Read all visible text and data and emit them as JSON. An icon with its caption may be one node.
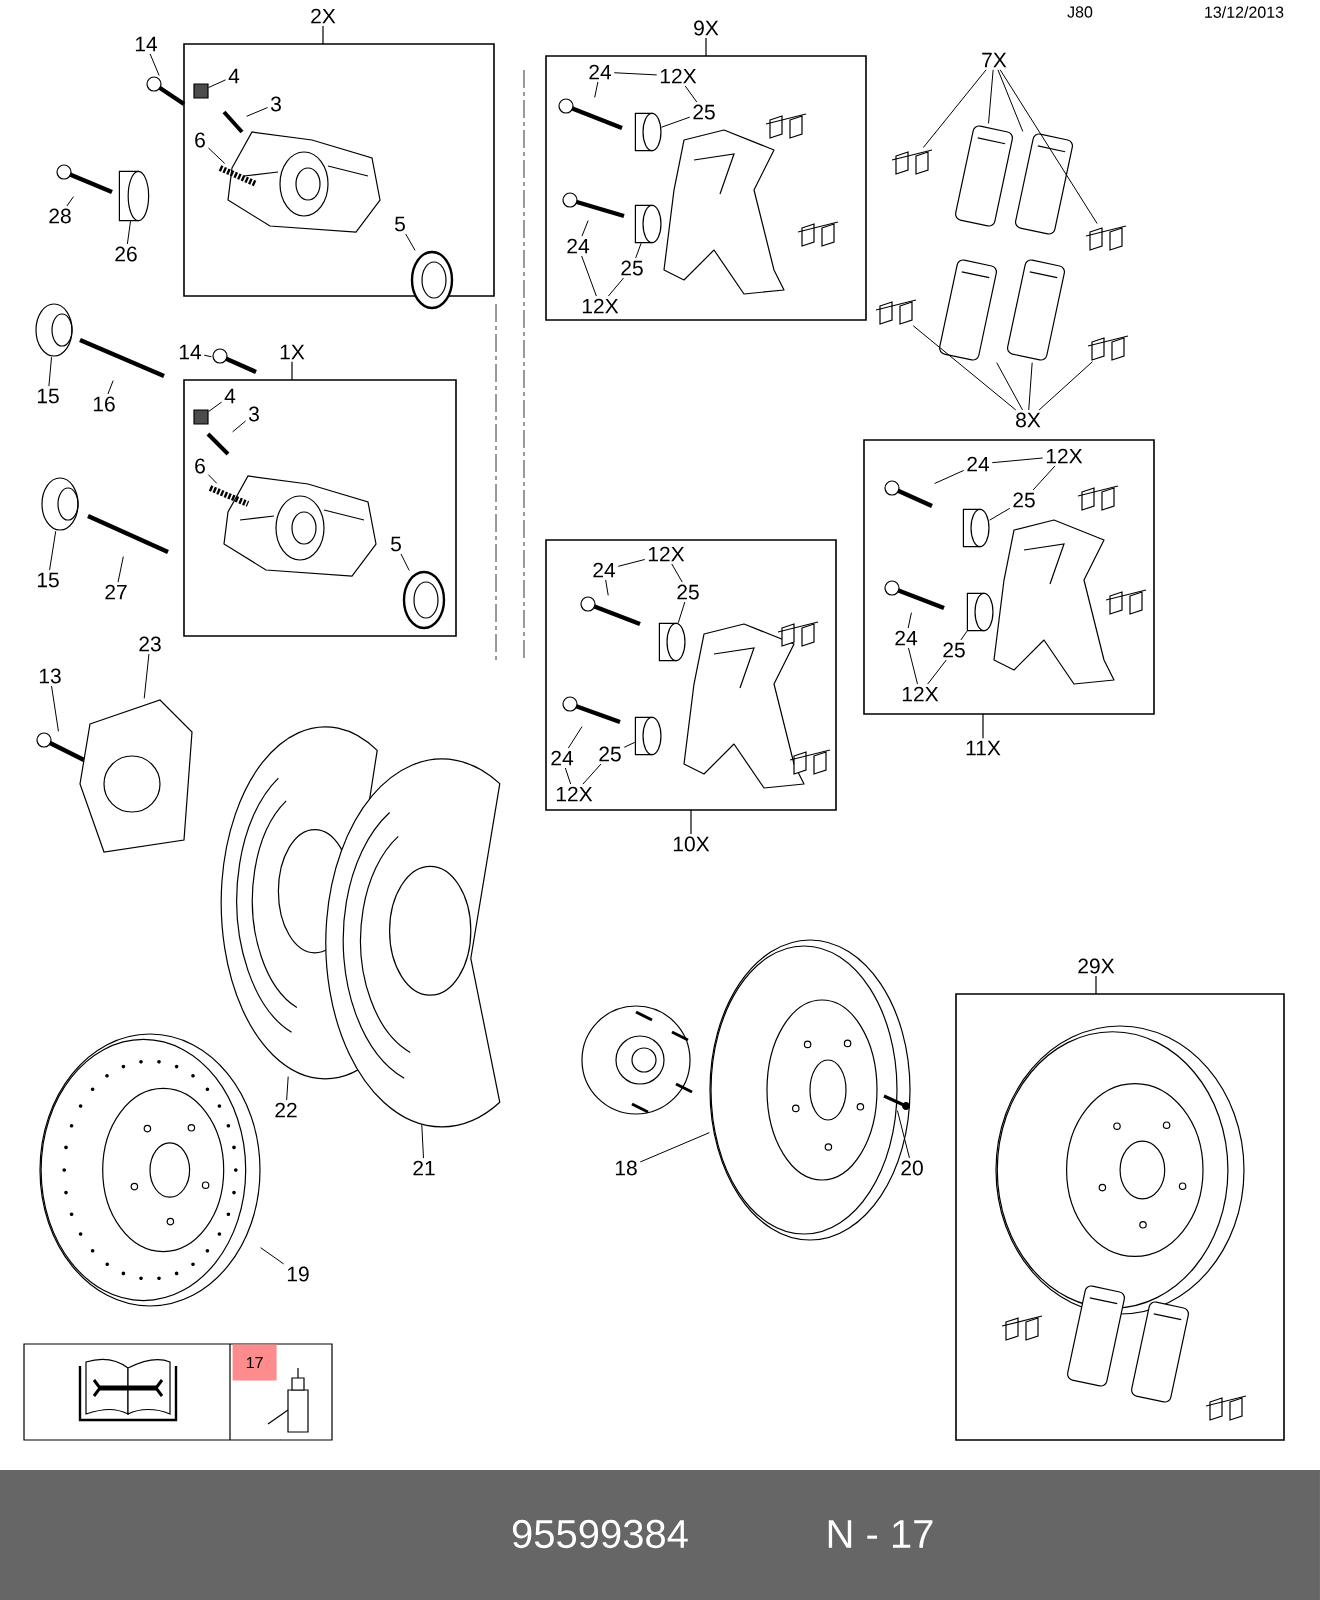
{
  "diagram": {
    "nodes": [
      {
        "text": [
          "2X"
        ]
      },
      {
        "text": [
          "4"
        ],
        "in": 0
      },
      {
        "text": [
          "3"
        ],
        "in": 0
      },
      {
        "text": [
          "6"
        ],
        "in": 0
      },
      {
        "text": [
          "5"
        ],
        "in": 0
      },
      {
        "text": [
          "14"
        ]
      },
      {
        "text": [
          "28"
        ]
      },
      {
        "text": [
          "26"
        ]
      },
      {
        "text": [
          "15"
        ]
      },
      {
        "text": [
          "16"
        ]
      },
      {
        "text": [
          "14"
        ]
      },
      {
        "text": [
          "1X"
        ]
      },
      {
        "text": [
          "4"
        ],
        "in": 11
      },
      {
        "text": [
          "3"
        ],
        "in": 11
      },
      {
        "text": [
          "6"
        ],
        "in": 11
      },
      {
        "text": [
          "5"
        ],
        "in": 11
      },
      {
        "text": [
          "15"
        ]
      },
      {
        "text": [
          "27"
        ]
      },
      {
        "text": [
          "9X"
        ]
      },
      {
        "text": [
          "24"
        ],
        "in": 18
      },
      {
        "text": [
          "12X"
        ],
        "in": 18
      },
      {
        "text": [
          "25"
        ],
        "in": 18
      },
      {
        "text": [
          "24"
        ],
        "in": 18
      },
      {
        "text": [
          "25"
        ],
        "in": 18
      },
      {
        "text": [
          "12X"
        ],
        "in": 18
      },
      {
        "text": [
          "7X"
        ]
      },
      {
        "text": [
          "8X"
        ]
      },
      {
        "text": [
          "11X"
        ]
      },
      {
        "text": [
          "24"
        ],
        "in": 27
      },
      {
        "text": [
          "12X"
        ],
        "in": 27
      },
      {
        "text": [
          "25"
        ],
        "in": 27
      },
      {
        "text": [
          "24"
        ],
        "in": 27
      },
      {
        "text": [
          "25"
        ],
        "in": 27
      },
      {
        "text": [
          "12X"
        ],
        "in": 27
      },
      {
        "text": [
          "10X"
        ]
      },
      {
        "text": [
          "12X"
        ],
        "in": 34
      },
      {
        "text": [
          "24"
        ],
        "in": 34
      },
      {
        "text": [
          "25"
        ],
        "in": 34
      },
      {
        "text": [
          "24"
        ],
        "in": 34
      },
      {
        "text": [
          "25"
        ],
        "in": 34
      },
      {
        "text": [
          "12X"
        ],
        "in": 34
      },
      {
        "text": [
          "13"
        ]
      },
      {
        "text": [
          "23"
        ]
      },
      {
        "text": [
          "22"
        ]
      },
      {
        "text": [
          "21"
        ]
      },
      {
        "text": [
          "18"
        ]
      },
      {
        "text": [
          "20"
        ]
      },
      {
        "text": [
          "19"
        ]
      },
      {
        "text": [
          "29X"
        ]
      },
      {
        "text": [
          "17"
        ]
      },
      {
        "text": [],
        "shape": "box",
        "in": 0
      },
      {
        "text": [],
        "shape": "picture",
        "in": 0
      },
      {
        "text": [],
        "shape": "picture",
        "in": 0
      },
      {
        "text": [],
        "shape": "picture",
        "in": 0
      },
      {
        "text": [],
        "shape": "picture"
      },
      {
        "text": [],
        "shape": "picture"
      },
      {
        "text": [],
        "shape": "cylinder"
      },
      {
        "text": [],
        "shape": "picture"
      },
      {
        "text": [],
        "shape": "picture"
      },
      {
        "text": [],
        "shape": "picture"
      },
      {
        "text": [],
        "shape": "box",
        "in": 11
      },
      {
        "text": [],
        "shape": "picture",
        "in": 11
      },
      {
        "text": [],
        "shape": "picture",
        "in": 11
      },
      {
        "text": [],
        "shape": "picture",
        "in": 11
      },
      {
        "text": [],
        "shape": "picture"
      },
      {
        "text": [],
        "shape": "picture"
      },
      {
        "text": [],
        "shape": "picture",
        "in": 18
      },
      {
        "text": [],
        "shape": "cylinder",
        "in": 18
      },
      {
        "text": [],
        "shape": "picture",
        "in": 18
      },
      {
        "text": [],
        "shape": "cylinder",
        "in": 18
      },
      {
        "text": [],
        "shape": "picture"
      },
      {
        "text": [],
        "shape": "picture"
      },
      {
        "text": [],
        "shape": "picture"
      },
      {
        "text": [],
        "shape": "picture"
      },
      {
        "text": [],
        "shape": "picture"
      },
      {
        "text": [],
        "shape": "picture"
      },
      {
        "text": [],
        "shape": "picture"
      },
      {
        "text": [],
        "shape": "picture"
      },
      {
        "text": [],
        "shape": "picture",
        "in": 27
      },
      {
        "text": [],
        "shape": "cylinder",
        "in": 27
      },
      {
        "text": [],
        "shape": "picture",
        "in": 27
      },
      {
        "text": [],
        "shape": "cylinder",
        "in": 27
      },
      {
        "text": [],
        "shape": "picture",
        "in": 34
      },
      {
        "text": [],
        "shape": "cylinder",
        "in": 34
      },
      {
        "text": [],
        "shape": "picture",
        "in": 34
      },
      {
        "text": [],
        "shape": "cylinder",
        "in": 34
      },
      {
        "text": [],
        "shape": "picture"
      },
      {
        "text": [],
        "shape": "picture"
      },
      {
        "text": [],
        "shape": "picture"
      },
      {
        "text": [],
        "shape": "picture"
      },
      {
        "text": [],
        "shape": "picture"
      },
      {
        "text": [],
        "shape": "picture",
        "in": 90
      },
      {
        "text": [],
        "shape": "picture"
      }
    ],
    "edges": [
      {
        "from": 1,
        "to": 50,
        "arrow": "none"
      },
      {
        "from": 2,
        "to": 51,
        "arrow": "none"
      },
      {
        "from": 3,
        "to": 52,
        "arrow": "none"
      },
      {
        "from": 4,
        "to": 53,
        "arrow": "none"
      },
      {
        "from": 5,
        "to": 54,
        "arrow": "none"
      },
      {
        "from": 6,
        "to": 55,
        "arrow": "none"
      },
      {
        "from": 7,
        "to": 56,
        "arrow": "none"
      },
      {
        "from": 8,
        "to": 57,
        "arrow": "none"
      },
      {
        "from": 9,
        "to": 58,
        "arrow": "none"
      },
      {
        "from": 10,
        "to": 59,
        "arrow": "none"
      },
      {
        "from": 12,
        "to": 60,
        "arrow": "none"
      },
      {
        "from": 13,
        "to": 61,
        "arrow": "none"
      },
      {
        "from": 14,
        "to": 62,
        "arrow": "none"
      },
      {
        "from": 15,
        "to": 63,
        "arrow": "none"
      },
      {
        "from": 16,
        "to": 64,
        "arrow": "none"
      },
      {
        "from": 17,
        "to": 65,
        "arrow": "none"
      },
      {
        "from": 19,
        "to": 66,
        "arrow": "none"
      },
      {
        "from": 20,
        "to": 19,
        "arrow": "none"
      },
      {
        "from": 20,
        "to": 21,
        "arrow": "none"
      },
      {
        "from": 21,
        "to": 67,
        "arrow": "none"
      },
      {
        "from": 22,
        "to": 68,
        "arrow": "none"
      },
      {
        "from": 23,
        "to": 69,
        "arrow": "none"
      },
      {
        "from": 24,
        "to": 22,
        "arrow": "none"
      },
      {
        "from": 24,
        "to": 23,
        "arrow": "none"
      },
      {
        "from": 25,
        "to": 70,
        "arrow": "none"
      },
      {
        "from": 25,
        "to": 71,
        "arrow": "none"
      },
      {
        "from": 25,
        "to": 72,
        "arrow": "none"
      },
      {
        "from": 25,
        "to": 73,
        "arrow": "none"
      },
      {
        "from": 26,
        "to": 74,
        "arrow": "none"
      },
      {
        "from": 26,
        "to": 75,
        "arrow": "none"
      },
      {
        "from": 26,
        "to": 76,
        "arrow": "none"
      },
      {
        "from": 26,
        "to": 77,
        "arrow": "none"
      },
      {
        "from": 28,
        "to": 78,
        "arrow": "none"
      },
      {
        "from": 29,
        "to": 28,
        "arrow": "none"
      },
      {
        "from": 29,
        "to": 30,
        "arrow": "none"
      },
      {
        "from": 30,
        "to": 79,
        "arrow": "none"
      },
      {
        "from": 31,
        "to": 80,
        "arrow": "none"
      },
      {
        "from": 32,
        "to": 81,
        "arrow": "none"
      },
      {
        "from": 33,
        "to": 31,
        "arrow": "none"
      },
      {
        "from": 33,
        "to": 32,
        "arrow": "none"
      },
      {
        "from": 35,
        "to": 36,
        "arrow": "none"
      },
      {
        "from": 35,
        "to": 37,
        "arrow": "none"
      },
      {
        "from": 36,
        "to": 82,
        "arrow": "none"
      },
      {
        "from": 37,
        "to": 83,
        "arrow": "none"
      },
      {
        "from": 38,
        "to": 84,
        "arrow": "none"
      },
      {
        "from": 39,
        "to": 85,
        "arrow": "none"
      },
      {
        "from": 40,
        "to": 38,
        "arrow": "none"
      },
      {
        "from": 40,
        "to": 39,
        "arrow": "none"
      },
      {
        "from": 41,
        "to": 86,
        "arrow": "none"
      },
      {
        "from": 42,
        "to": 87,
        "arrow": "none"
      },
      {
        "from": 43,
        "to": 88,
        "arrow": "none"
      },
      {
        "from": 44,
        "to": 89,
        "arrow": "none"
      },
      {
        "from": 45,
        "to": 90,
        "arrow": "none"
      },
      {
        "from": 46,
        "to": 91,
        "arrow": "none"
      },
      {
        "from": 47,
        "to": 92,
        "arrow": "none"
      }
    ],
    "labels": [
      "J80",
      "13/12/2013",
      "95599384",
      "N - 17"
    ]
  }
}
